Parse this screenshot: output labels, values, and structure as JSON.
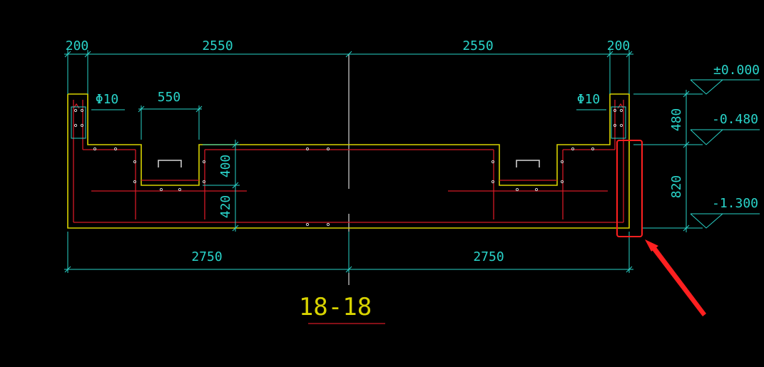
{
  "colors": {
    "background": "#000000",
    "concrete_outline": "#d8d300",
    "rebar": "#d41a25",
    "dimension": "#29d3c9",
    "centerline": "#ffffff",
    "annotation_highlight": "#ff2020"
  },
  "top_dimensions": [
    "200",
    "2550",
    "2550",
    "200"
  ],
  "bottom_dimensions": [
    "2750",
    "2750"
  ],
  "left_rebar_label": "Φ10",
  "right_rebar_label": "Φ10",
  "trench_width": "550",
  "trench_depth": "400",
  "slab_thickness": "420",
  "right_heights": [
    "480",
    "820"
  ],
  "elevations": [
    "±0.000",
    "-0.480",
    "-1.300"
  ],
  "section_title": "18-18"
}
